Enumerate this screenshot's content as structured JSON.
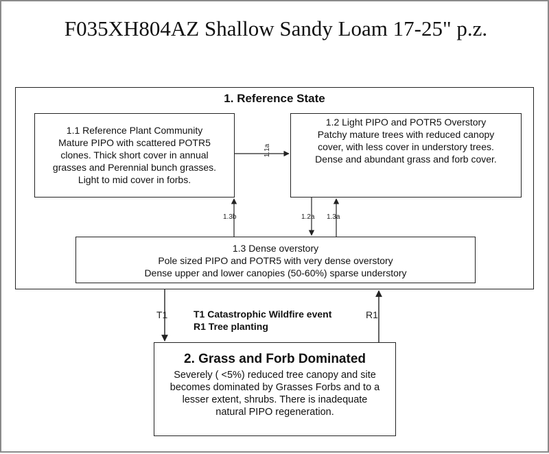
{
  "title": "F035XH804AZ Shallow Sandy Loam 17-25\" p.z.",
  "reference_state": {
    "title": "1. Reference State",
    "community_1_1": [
      "1.1 Reference Plant Community",
      "Mature PIPO with scattered POTR5",
      "clones.   Thick short cover in annual",
      "grasses and Perennial bunch grasses.",
      "Light to mid cover in forbs."
    ],
    "community_1_2": [
      "1.2 Light PIPO and POTR5 Overstory",
      "Patchy mature trees with reduced canopy",
      "cover, with less cover in understory trees.",
      "Dense and abundant grass and forb cover."
    ],
    "community_1_3": [
      "1.3 Dense overstory",
      "Pole sized PIPO and POTR5 with very dense overstory",
      "Dense upper and lower canopies (50-60%) sparse understory"
    ]
  },
  "state_2": {
    "title": "2. Grass and Forb Dominated",
    "lines": [
      "Severely ( <5%) reduced tree canopy and site",
      "becomes dominated by Grasses Forbs and to a",
      "lesser extent, shrubs. There is inadequate",
      "natural PIPO regeneration."
    ]
  },
  "transitions": {
    "p1_1a": "1.1a",
    "p1_2a": "1.2a",
    "p1_3a": "1.3a",
    "p1_3b": "1.3b",
    "t1": "T1",
    "r1": "R1"
  },
  "legend": {
    "t1": "T1 Catastrophic Wildfire event",
    "r1": "R1 Tree planting"
  }
}
